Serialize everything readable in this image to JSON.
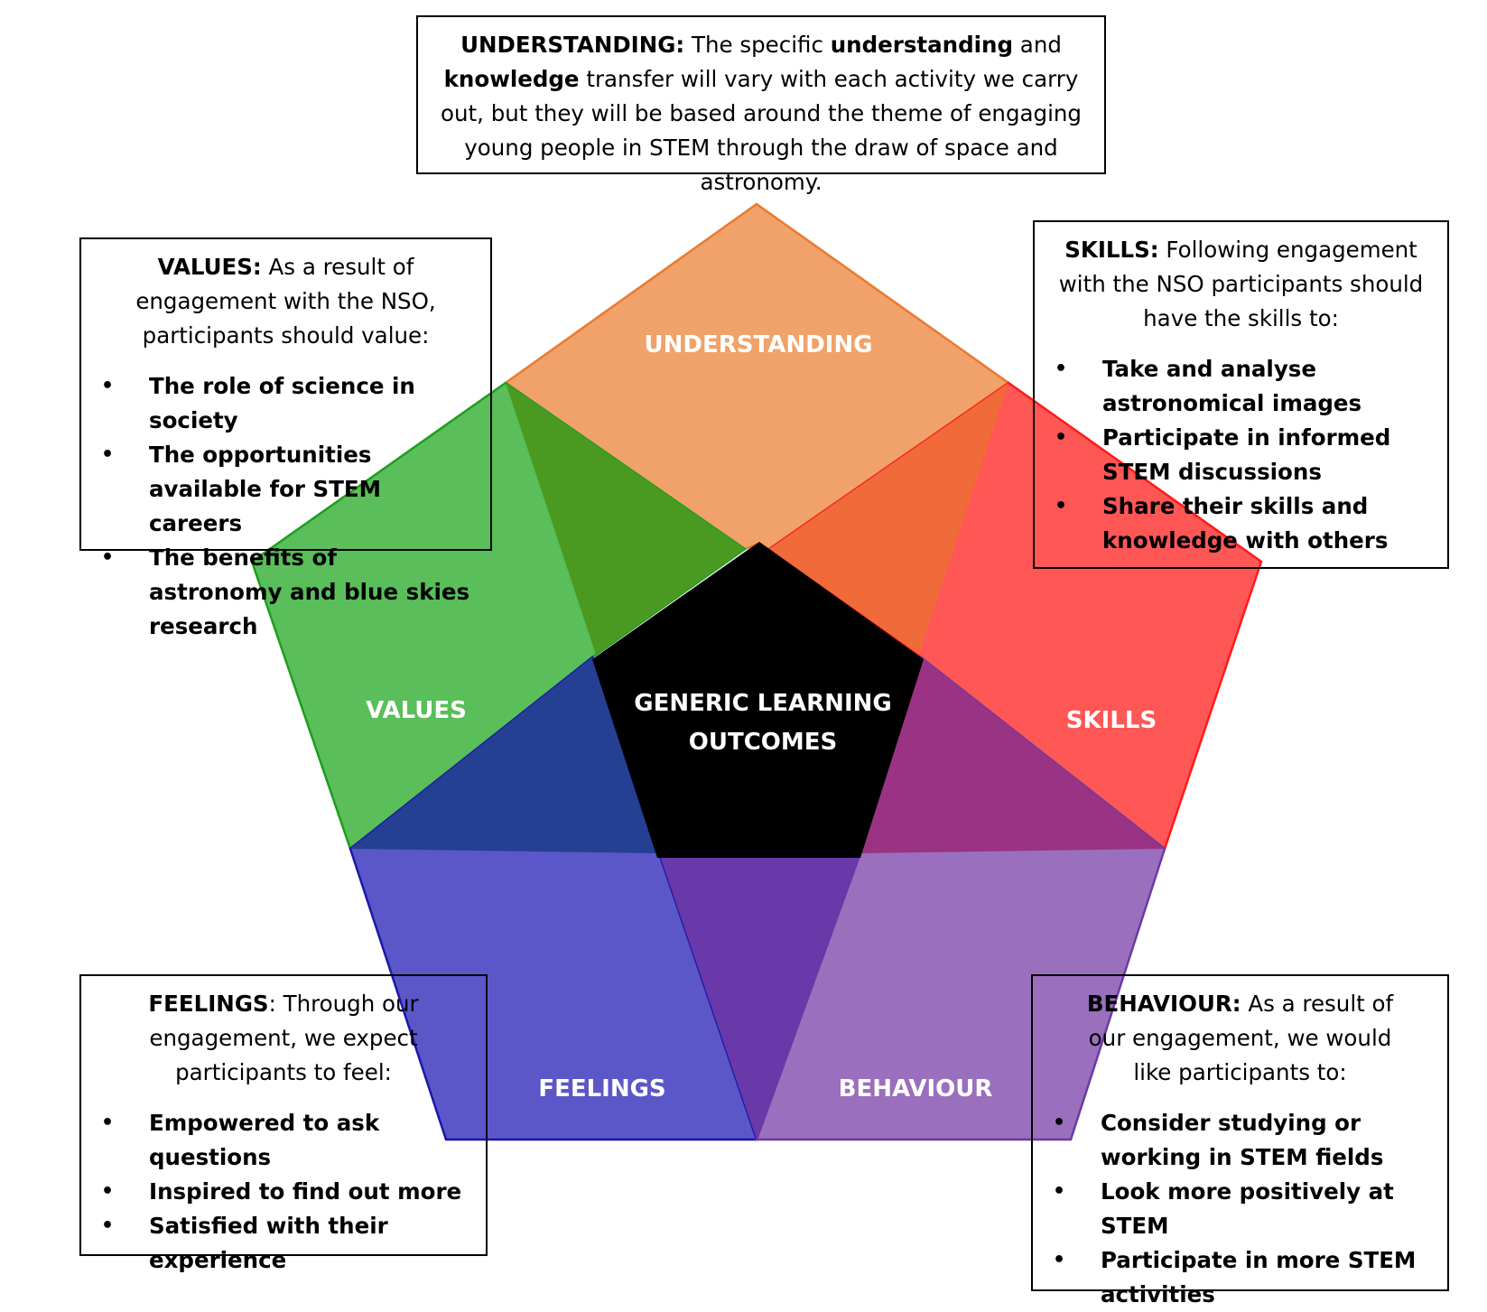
{
  "diagram": {
    "center": [
      "GENERIC LEARNING",
      "OUTCOMES"
    ],
    "segments": {
      "understanding": "UNDERSTANDING",
      "skills": "SKILLS",
      "values": "VALUES",
      "feelings": "FEELINGS",
      "behaviour": "BEHAVIOUR"
    },
    "colors": {
      "understanding": "#F0A26A",
      "skills": "#FF4D4D",
      "values": "#4CB84C",
      "feelings": "#5B57C9",
      "behaviour": "#9A6FBD"
    }
  },
  "boxes": {
    "understanding": {
      "heading": "UNDERSTANDING:",
      "parts": [
        " The specific ",
        "understanding",
        " and ",
        "knowledge",
        " transfer will vary with each activity we carry out, but they will be based around the theme of engaging young people in STEM through the draw of space and astronomy."
      ]
    },
    "values": {
      "heading": "VALUES:",
      "intro": " As a result of engagement with the NSO, participants should value:",
      "bullets": [
        "The role of science in society",
        "The opportunities available for STEM careers",
        "The benefits of astronomy and blue skies research"
      ]
    },
    "skills": {
      "heading": "SKILLS:",
      "intro": " Following engagement with the NSO participants should have the skills to:",
      "bullets": [
        "Take and analyse astronomical images",
        "Participate in informed STEM discussions",
        "Share their skills and knowledge with others"
      ]
    },
    "feelings": {
      "heading": "FEELINGS",
      "intro": ": Through our engagement, we expect participants to feel:",
      "bullets": [
        "Empowered to ask questions",
        "Inspired to find out more",
        "Satisfied with their experience"
      ]
    },
    "behaviour": {
      "heading": "BEHAVIOUR:",
      "intro": " As a result of our engagement, we would like participants to:",
      "bullets": [
        "Consider studying or working in STEM fields",
        "Look more positively at STEM",
        "Participate in more STEM activities"
      ]
    },
    "bullet_char": "•"
  }
}
